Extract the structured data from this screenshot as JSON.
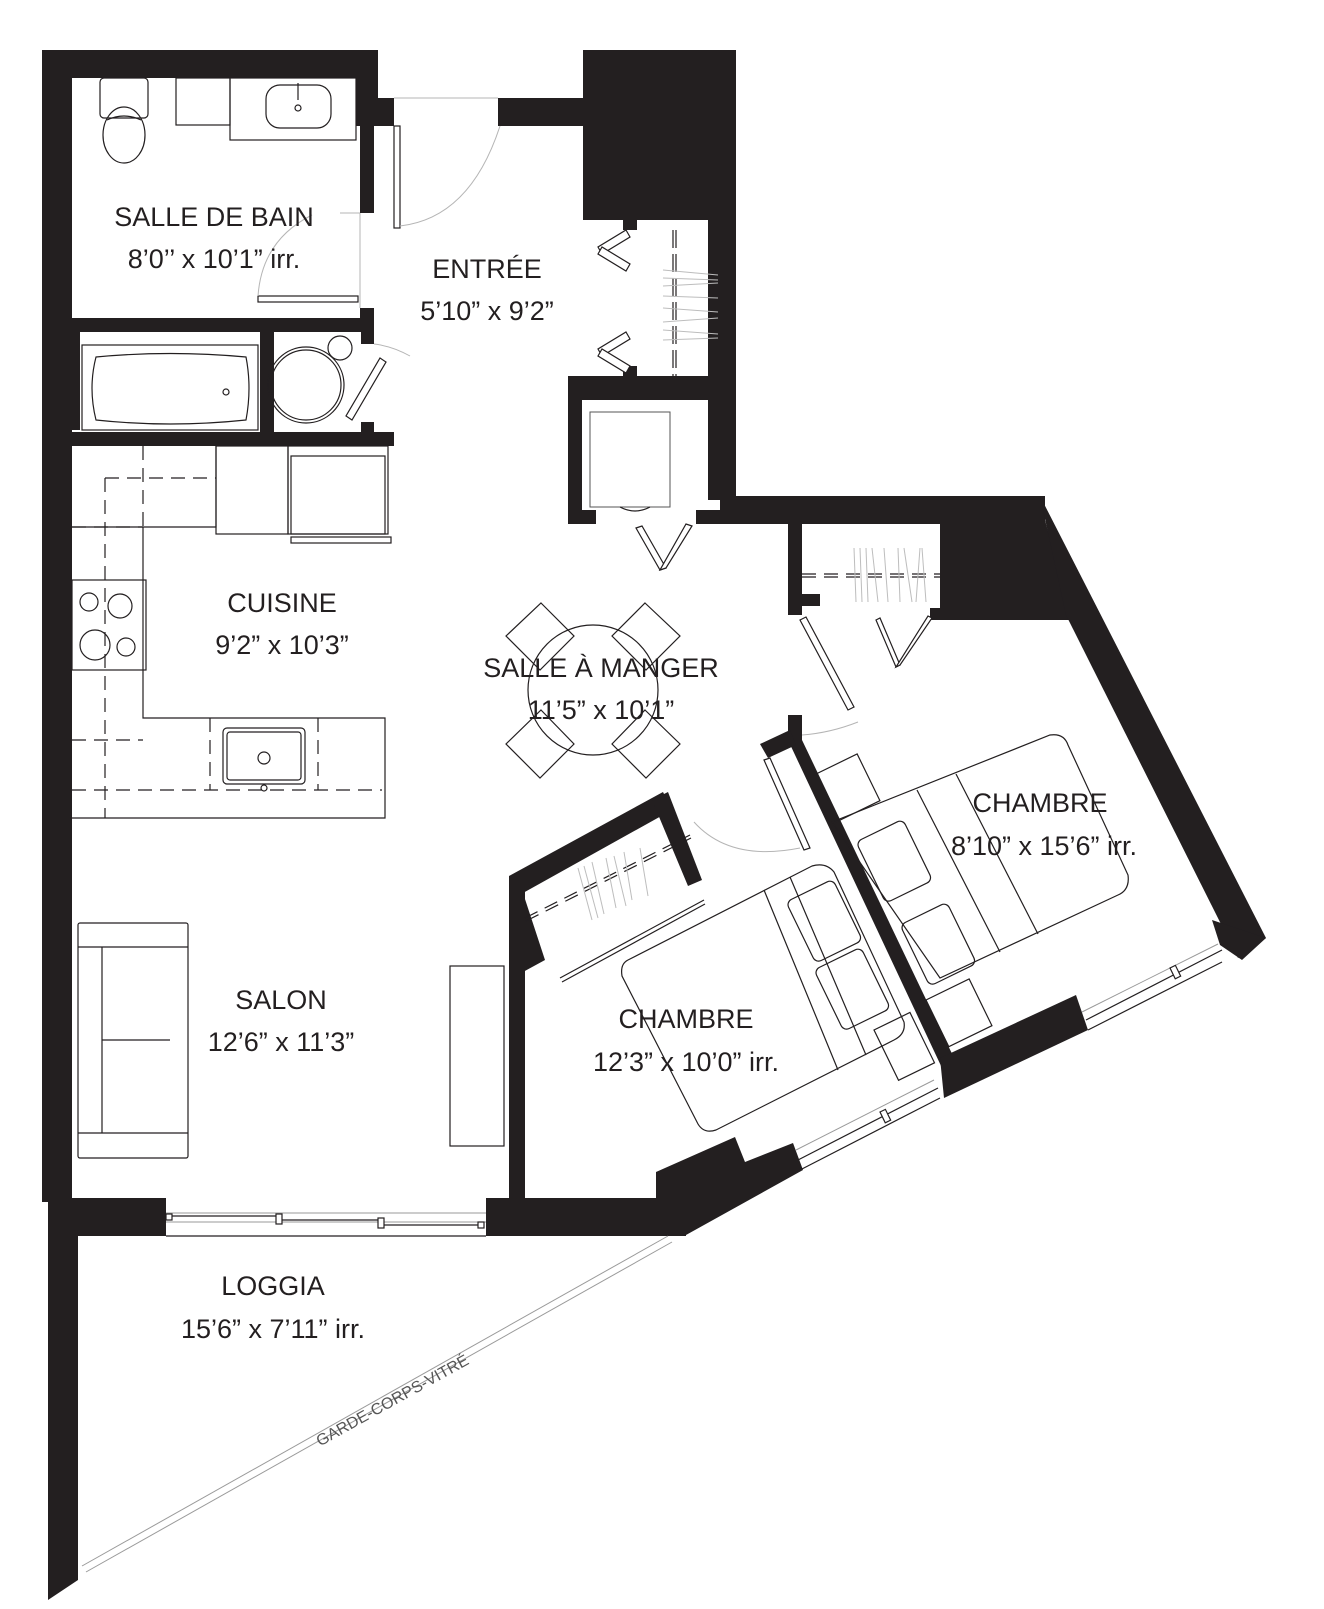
{
  "plan": {
    "colors": {
      "wall": "#231f20",
      "background": "#ffffff",
      "fixture_line": "#231f20",
      "light_line": "#9a9a9a"
    },
    "rooms": {
      "bathroom": {
        "name": "SALLE DE BAIN",
        "dimensions": "8’0’’ x 10’1” irr."
      },
      "entry": {
        "name": "ENTRÉE",
        "dimensions": "5’10” x 9’2”"
      },
      "kitchen": {
        "name": "CUISINE",
        "dimensions": "9’2” x 10’3”"
      },
      "dining": {
        "name": "SALLE À MANGER",
        "dimensions": "11’5” x 10’1”"
      },
      "bedroom_master": {
        "name": "CHAMBRE",
        "dimensions": "8’10” x 15’6” irr."
      },
      "bedroom_second": {
        "name": "CHAMBRE",
        "dimensions": "12’3” x 10’0” irr."
      },
      "living": {
        "name": "SALON",
        "dimensions": "12’6” x 11’3”"
      },
      "loggia": {
        "name": "LOGGIA",
        "dimensions": "15’6” x 7’11” irr."
      }
    },
    "annotations": {
      "railing": "GARDE-CORPS-VITRÉ"
    }
  }
}
